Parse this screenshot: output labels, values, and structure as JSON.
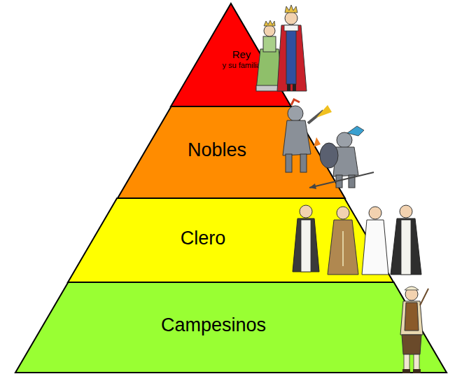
{
  "diagram": {
    "nodes": [
      {
        "text": [
          "Rey",
          "y su familia"
        ]
      },
      {
        "text": [
          "Nobles"
        ]
      },
      {
        "text": [
          "Clero"
        ]
      },
      {
        "text": [
          "Campesinos"
        ]
      }
    ]
  }
}
